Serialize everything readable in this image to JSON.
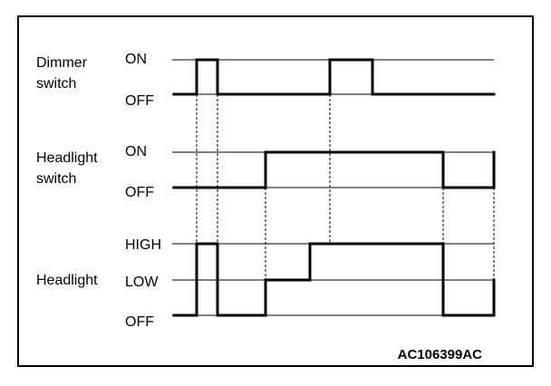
{
  "title_lines": {
    "dimmer": [
      "Dimmer",
      "switch"
    ],
    "headlight_switch": [
      "Headlight",
      "switch"
    ],
    "headlight": [
      "Headlight"
    ]
  },
  "levels": {
    "dimmer": [
      "ON",
      "OFF"
    ],
    "headlight_switch": [
      "ON",
      "OFF"
    ],
    "headlight": [
      "HIGH",
      "LOW",
      "OFF"
    ]
  },
  "signals": {
    "dimmer": [
      {
        "t": 0,
        "level": "OFF"
      },
      {
        "t": 1,
        "level": "ON"
      },
      {
        "t": 2,
        "level": "OFF"
      },
      {
        "t": 5,
        "level": "ON"
      },
      {
        "t": 6,
        "level": "OFF"
      }
    ],
    "headlight_switch": [
      {
        "t": 0,
        "level": "OFF"
      },
      {
        "t": 3,
        "level": "ON"
      },
      {
        "t": 7,
        "level": "OFF"
      },
      {
        "t": 8,
        "level": "ON"
      }
    ],
    "headlight": [
      {
        "t": 0,
        "level": "OFF"
      },
      {
        "t": 1,
        "level": "HIGH"
      },
      {
        "t": 2,
        "level": "OFF"
      },
      {
        "t": 3,
        "level": "LOW"
      },
      {
        "t": 4,
        "level": "HIGH"
      },
      {
        "t": 7,
        "level": "OFF"
      },
      {
        "t": 8,
        "level": "LOW"
      }
    ]
  },
  "event_times": [
    1,
    2,
    3,
    4,
    5,
    6,
    7,
    8
  ],
  "figure_code": "AC106399AC"
}
